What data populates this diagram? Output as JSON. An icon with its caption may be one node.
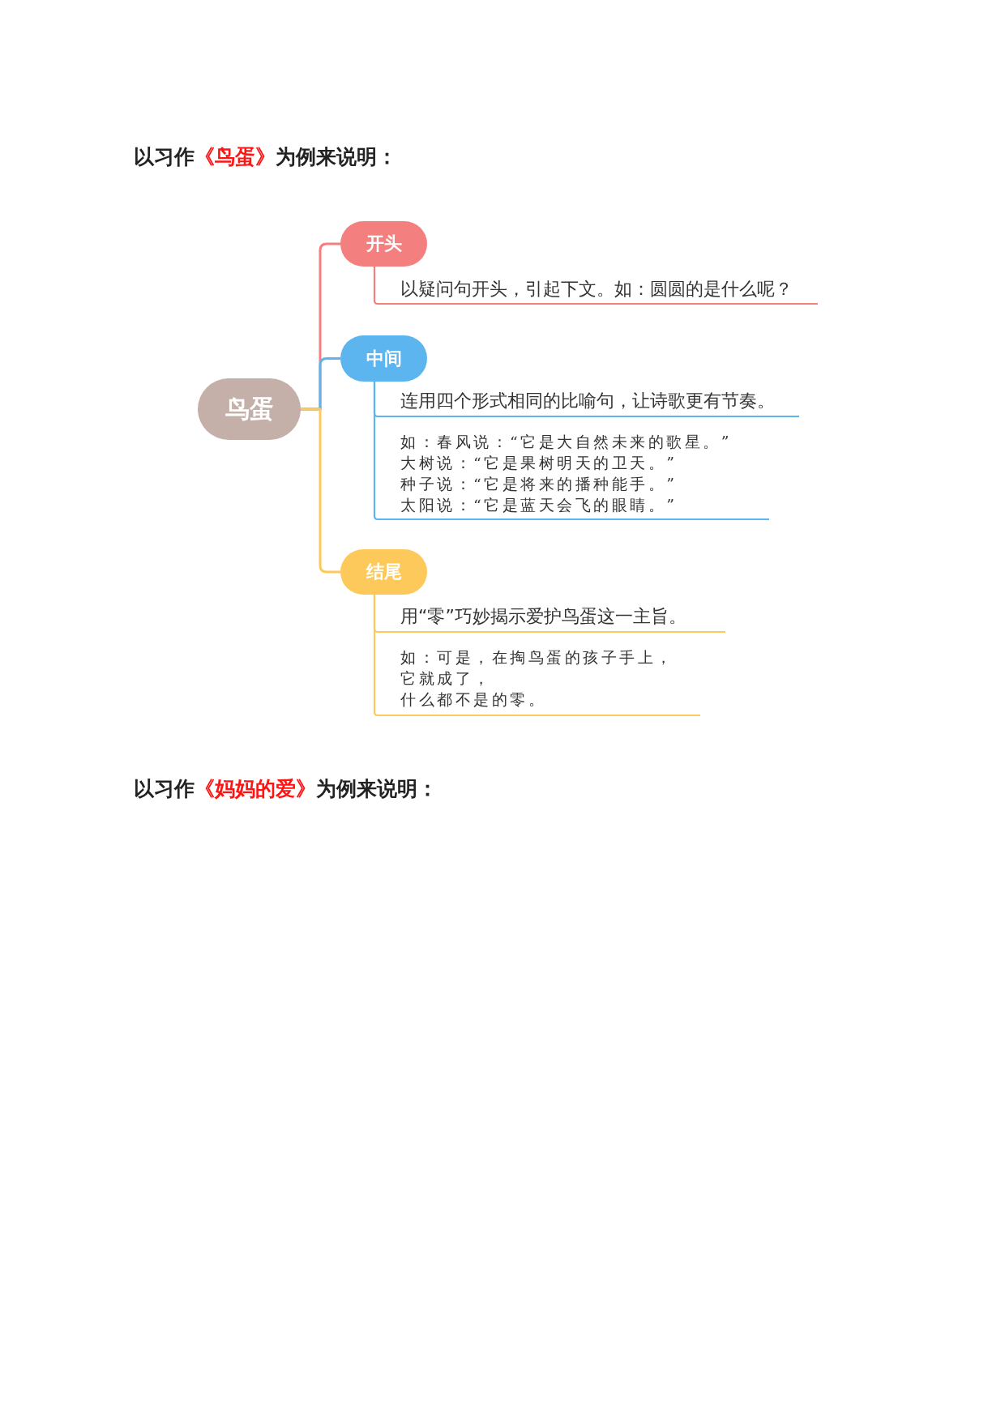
{
  "diagram": {
    "nodes": [
      {
        "text": [
          "鸟蛋"
        ]
      },
      {
        "text": [
          "开头"
        ]
      },
      {
        "text": [
          "以疑问句开头，引起下文。如：圆圆的是什么呢？"
        ]
      },
      {
        "text": [
          "中间"
        ]
      },
      {
        "text": [
          "连用四个形式相同的比喻句，让诗歌更有节奏。"
        ]
      },
      {
        "text": [
          "如：春风说：“它是大自然未来的歌星。”",
          "大树说：“它是果树明天的卫天。”",
          "种子说：“它是将来的播种能手。”",
          "太阳说：“它是蓝天会飞的眼睛。”"
        ]
      },
      {
        "text": [
          "结尾"
        ]
      },
      {
        "text": [
          "用“零”巧妙揭示爱护鸟蛋这一主旨。"
        ]
      },
      {
        "text": [
          "如：可是，在掏鸟蛋的孩子手上，",
          "它就成了，",
          "什么都不是的零。"
        ]
      }
    ],
    "edges": [
      {
        "from": 0,
        "to": 1,
        "arrow": "none",
        "color": "#f47f7f"
      },
      {
        "from": 1,
        "to": 2,
        "arrow": "none",
        "color": "#f47f7f"
      },
      {
        "from": 0,
        "to": 3,
        "arrow": "none",
        "color": "#5db5ef"
      },
      {
        "from": 3,
        "to": 4,
        "arrow": "none",
        "color": "#5db5ef"
      },
      {
        "from": 3,
        "to": 5,
        "arrow": "none",
        "color": "#5db5ef"
      },
      {
        "from": 0,
        "to": 6,
        "arrow": "none",
        "color": "#fdc95a"
      },
      {
        "from": 6,
        "to": 7,
        "arrow": "none",
        "color": "#fdc95a"
      },
      {
        "from": 6,
        "to": 8,
        "arrow": "none",
        "color": "#fdc95a"
      }
    ],
    "labels": [
      "以习作",
      "《鸟蛋》",
      "为例来说明：",
      "以习作",
      "《妈妈的爱》",
      "为例来说明："
    ]
  }
}
